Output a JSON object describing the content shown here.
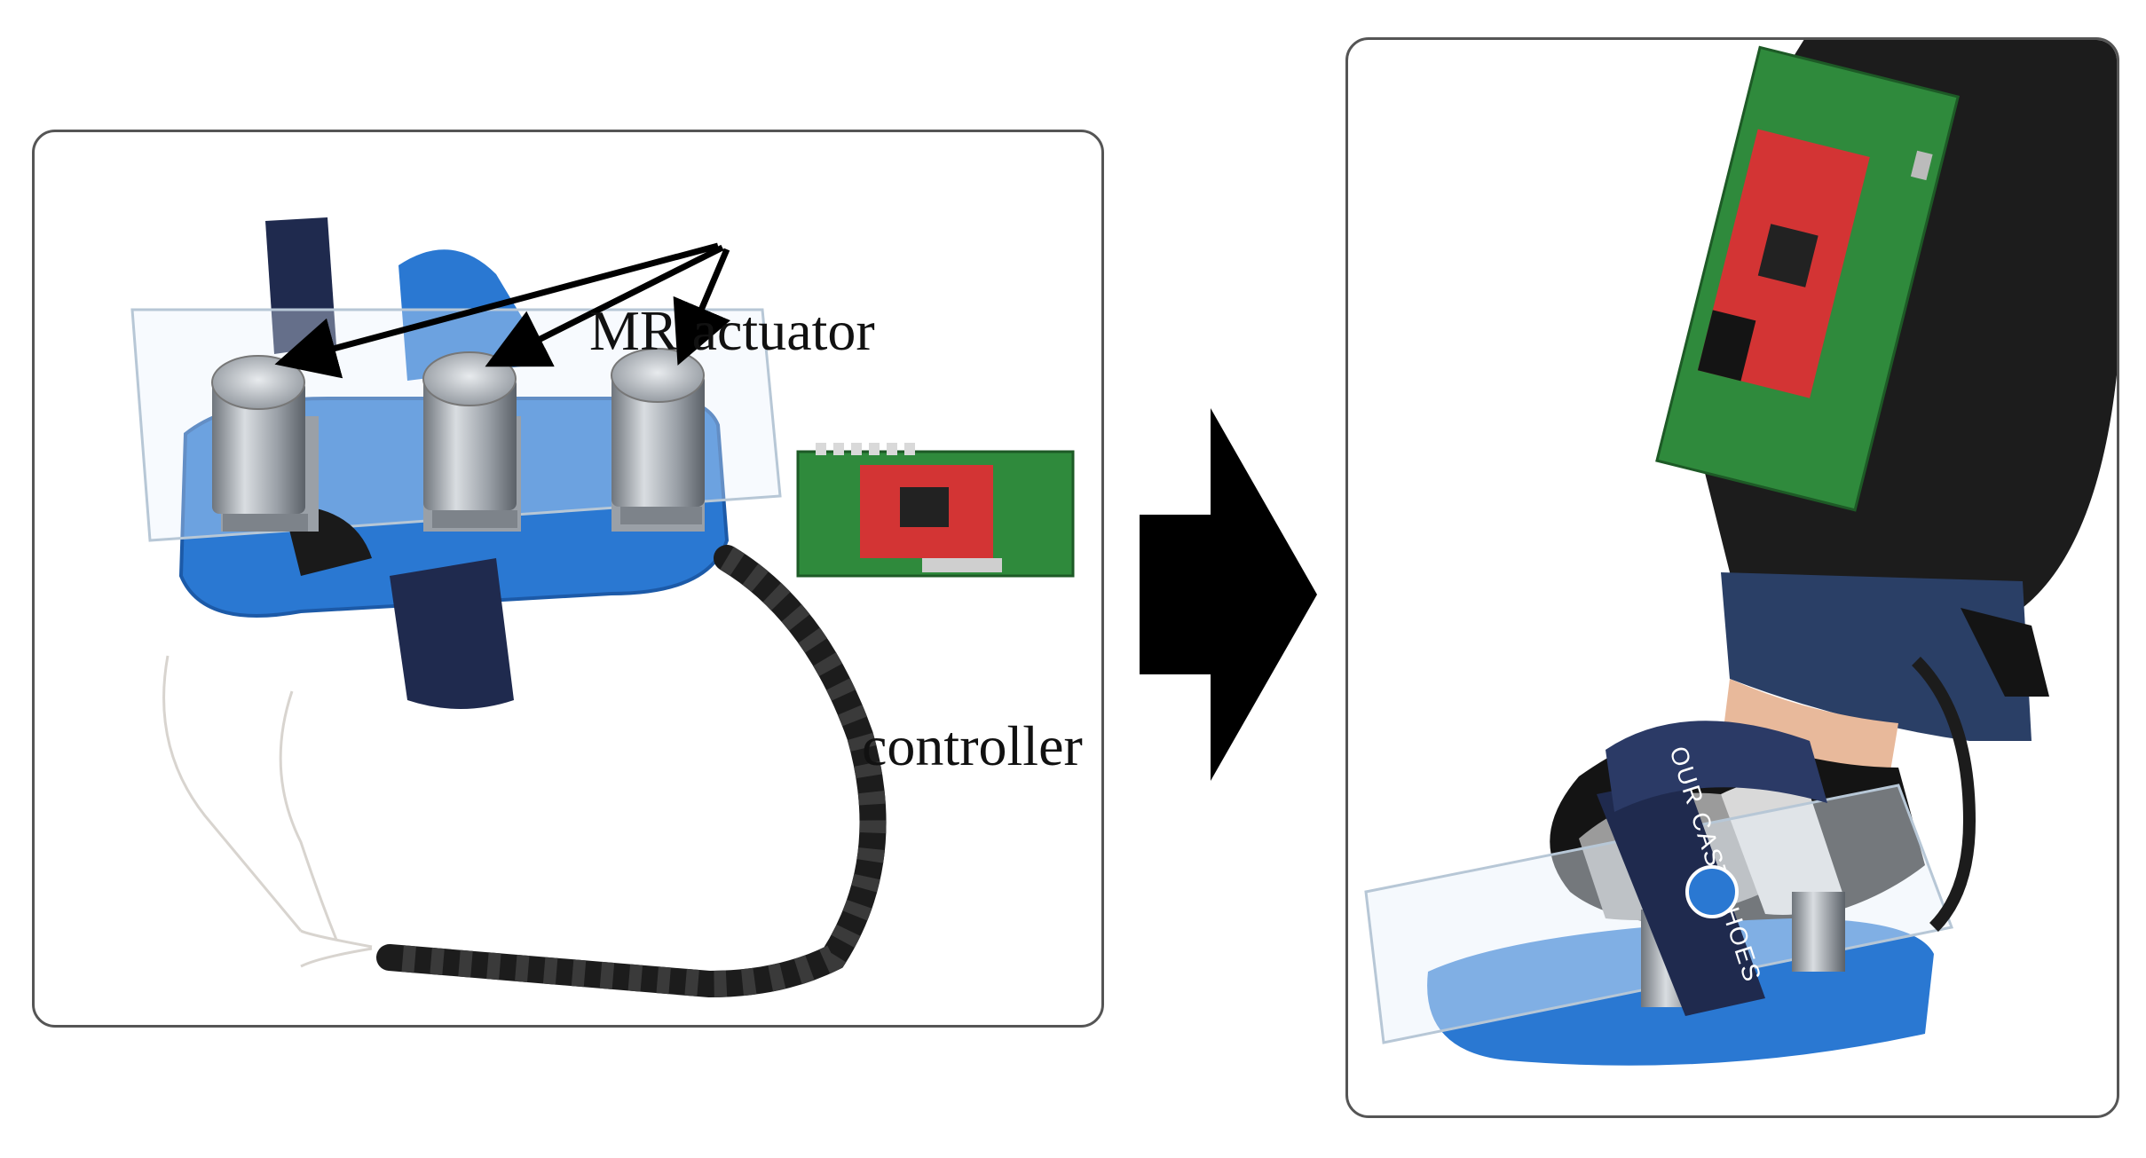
{
  "labels": {
    "actuator": "MR actuator",
    "controller": "controller"
  },
  "strap_text": "OUR CAST SHOES",
  "icons": {
    "flow": "right-arrow-icon"
  },
  "colors": {
    "plate_blue": "#2a78d2",
    "strap_navy": "#1f2a4e",
    "pcb_green": "#2f8a3c",
    "chip_red": "#d33434",
    "metal": "#a8adb3",
    "cable": "#2a2a2a",
    "sleeve": "#1c1c1c",
    "jeans": "#2a3f66",
    "arrow": "#000000"
  }
}
